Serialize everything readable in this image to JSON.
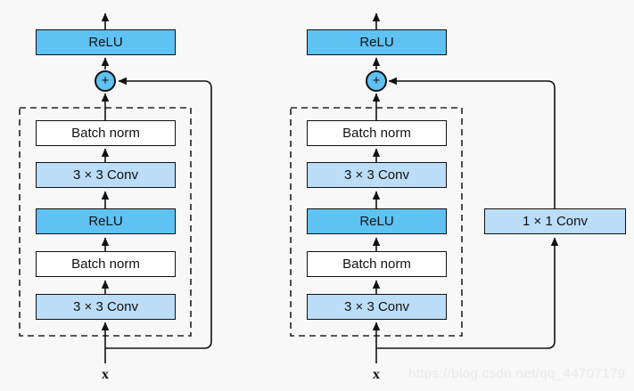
{
  "figure": {
    "background_color": "#f8f8f8",
    "line_color": "#111111",
    "colors": {
      "activation_fill": "#5ec2f3",
      "conv_fill": "#bbddf8",
      "batchnorm_fill": "#ffffff"
    },
    "watermark": "https://blog.csdn.net/qq_44707179",
    "left_block": {
      "output_activation": "ReLU",
      "add_symbol": "+",
      "layers": [
        {
          "label": "Batch norm"
        },
        {
          "label": "3 × 3 Conv"
        },
        {
          "label": "ReLU"
        },
        {
          "label": "Batch norm"
        },
        {
          "label": "3 × 3 Conv"
        }
      ],
      "input_label": "x"
    },
    "right_block": {
      "output_activation": "ReLU",
      "add_symbol": "+",
      "layers": [
        {
          "label": "Batch norm"
        },
        {
          "label": "3 × 3 Conv"
        },
        {
          "label": "ReLU"
        },
        {
          "label": "Batch norm"
        },
        {
          "label": "3 × 3 Conv"
        }
      ],
      "skip_conv_label": "1 × 1 Conv",
      "input_label": "x"
    }
  }
}
